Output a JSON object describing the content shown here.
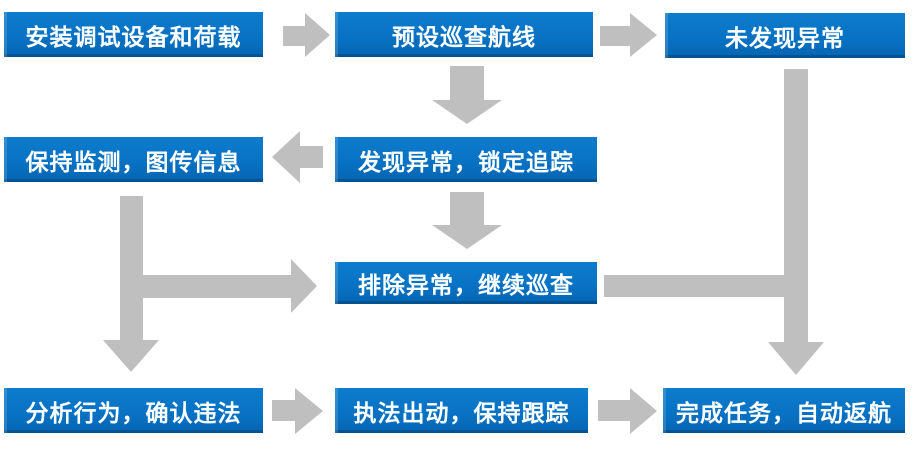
{
  "flowchart": {
    "description": "UAV patrol law-enforcement workflow flowchart",
    "colors": {
      "box_blue": "#0872C4",
      "arrow_gray": "#BFBFBF",
      "text_white": "#FFFFFF",
      "background": "#FFFFFF"
    },
    "nodes": [
      {
        "id": "install",
        "label": "安装调试设备和荷载"
      },
      {
        "id": "route",
        "label": "预设巡查航线"
      },
      {
        "id": "no-anomaly",
        "label": "未发现异常"
      },
      {
        "id": "monitor",
        "label": "保持监测，图传信息"
      },
      {
        "id": "found",
        "label": "发现异常，锁定追踪"
      },
      {
        "id": "resolve",
        "label": "排除异常，继续巡查"
      },
      {
        "id": "analyze",
        "label": "分析行为，确认违法"
      },
      {
        "id": "enforce",
        "label": "执法出动，保持跟踪"
      },
      {
        "id": "return",
        "label": "完成任务，自动返航"
      }
    ],
    "edges": [
      {
        "from": "install",
        "to": "route",
        "shape": "right-arrow"
      },
      {
        "from": "route",
        "to": "no-anomaly",
        "shape": "right-arrow"
      },
      {
        "from": "route",
        "to": "found",
        "shape": "down-arrow"
      },
      {
        "from": "found",
        "to": "monitor",
        "shape": "left-arrow"
      },
      {
        "from": "found",
        "to": "resolve",
        "shape": "down-arrow"
      },
      {
        "from": "monitor",
        "to": "resolve",
        "shape": "elbow-down-right-arrow"
      },
      {
        "from": "monitor",
        "to": "analyze",
        "shape": "down-arrow"
      },
      {
        "from": "resolve",
        "to": "return",
        "shape": "elbow-right-down"
      },
      {
        "from": "no-anomaly",
        "to": "return",
        "shape": "down-arrow"
      },
      {
        "from": "analyze",
        "to": "enforce",
        "shape": "right-arrow"
      },
      {
        "from": "enforce",
        "to": "return",
        "shape": "right-arrow"
      }
    ]
  }
}
